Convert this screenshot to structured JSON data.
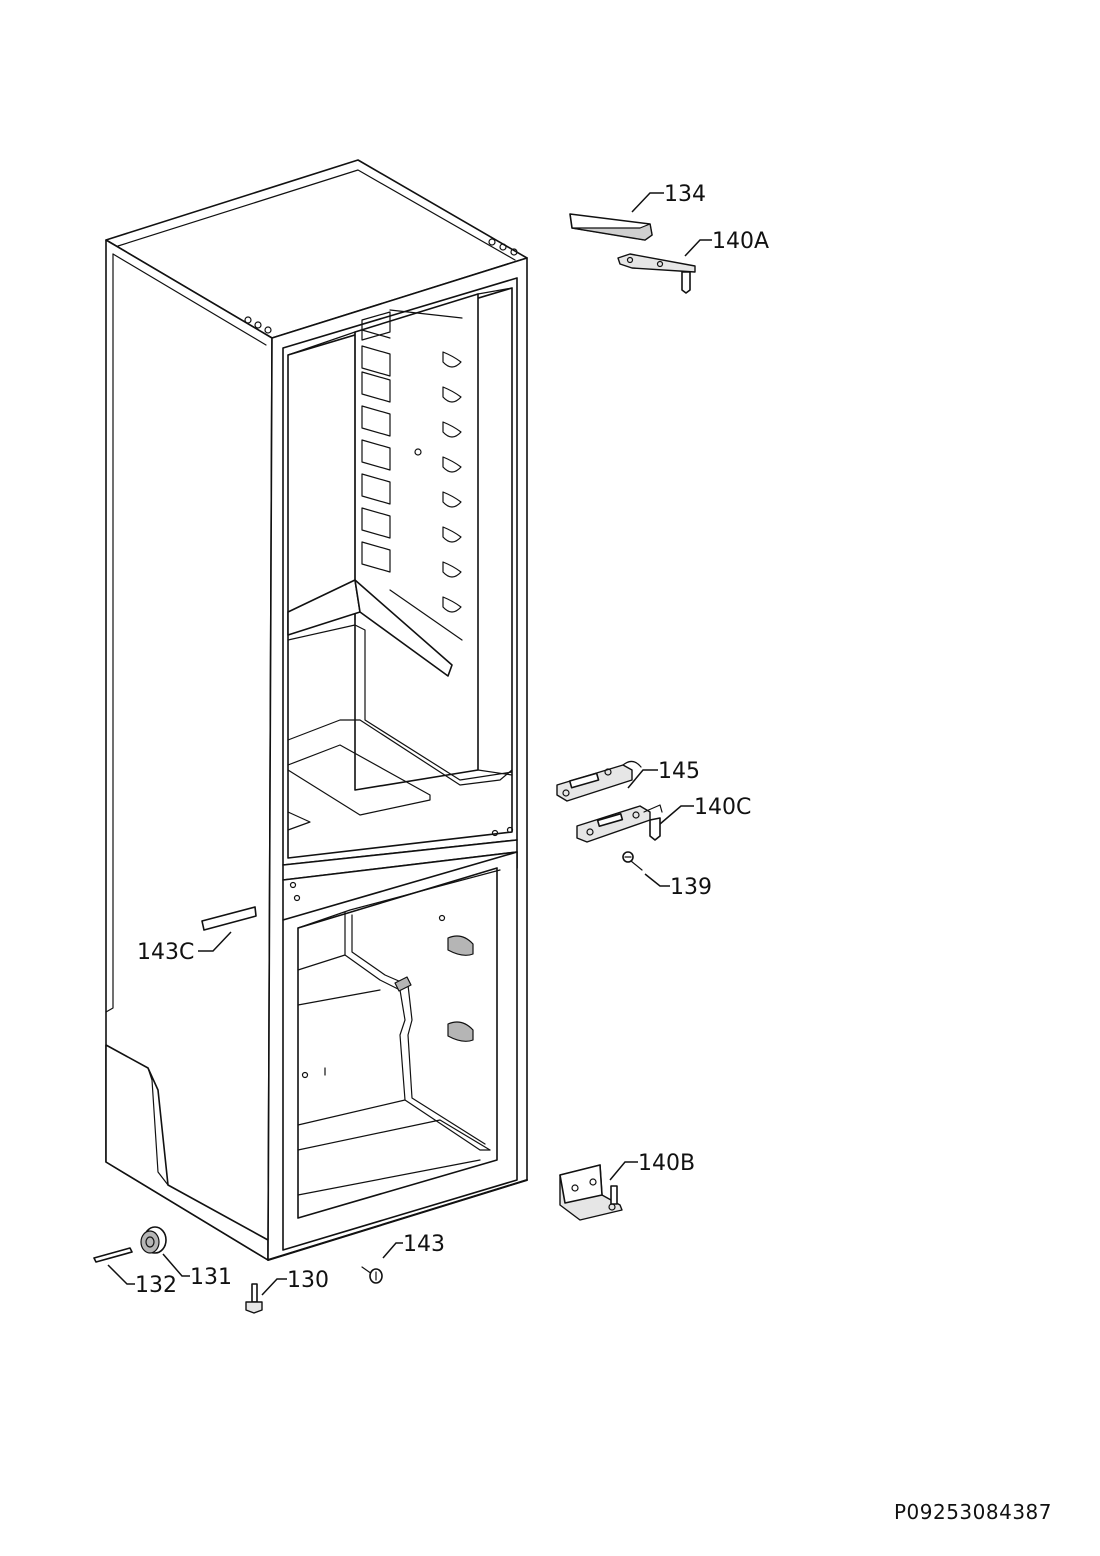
{
  "diagram": {
    "labels": {
      "p134": "134",
      "p140A": "140A",
      "p145": "145",
      "p140C": "140C",
      "p139": "139",
      "p143C": "143C",
      "p140B": "140B",
      "p143": "143",
      "p132": "132",
      "p131": "131",
      "p130": "130"
    },
    "document_code": "P09253084387"
  }
}
